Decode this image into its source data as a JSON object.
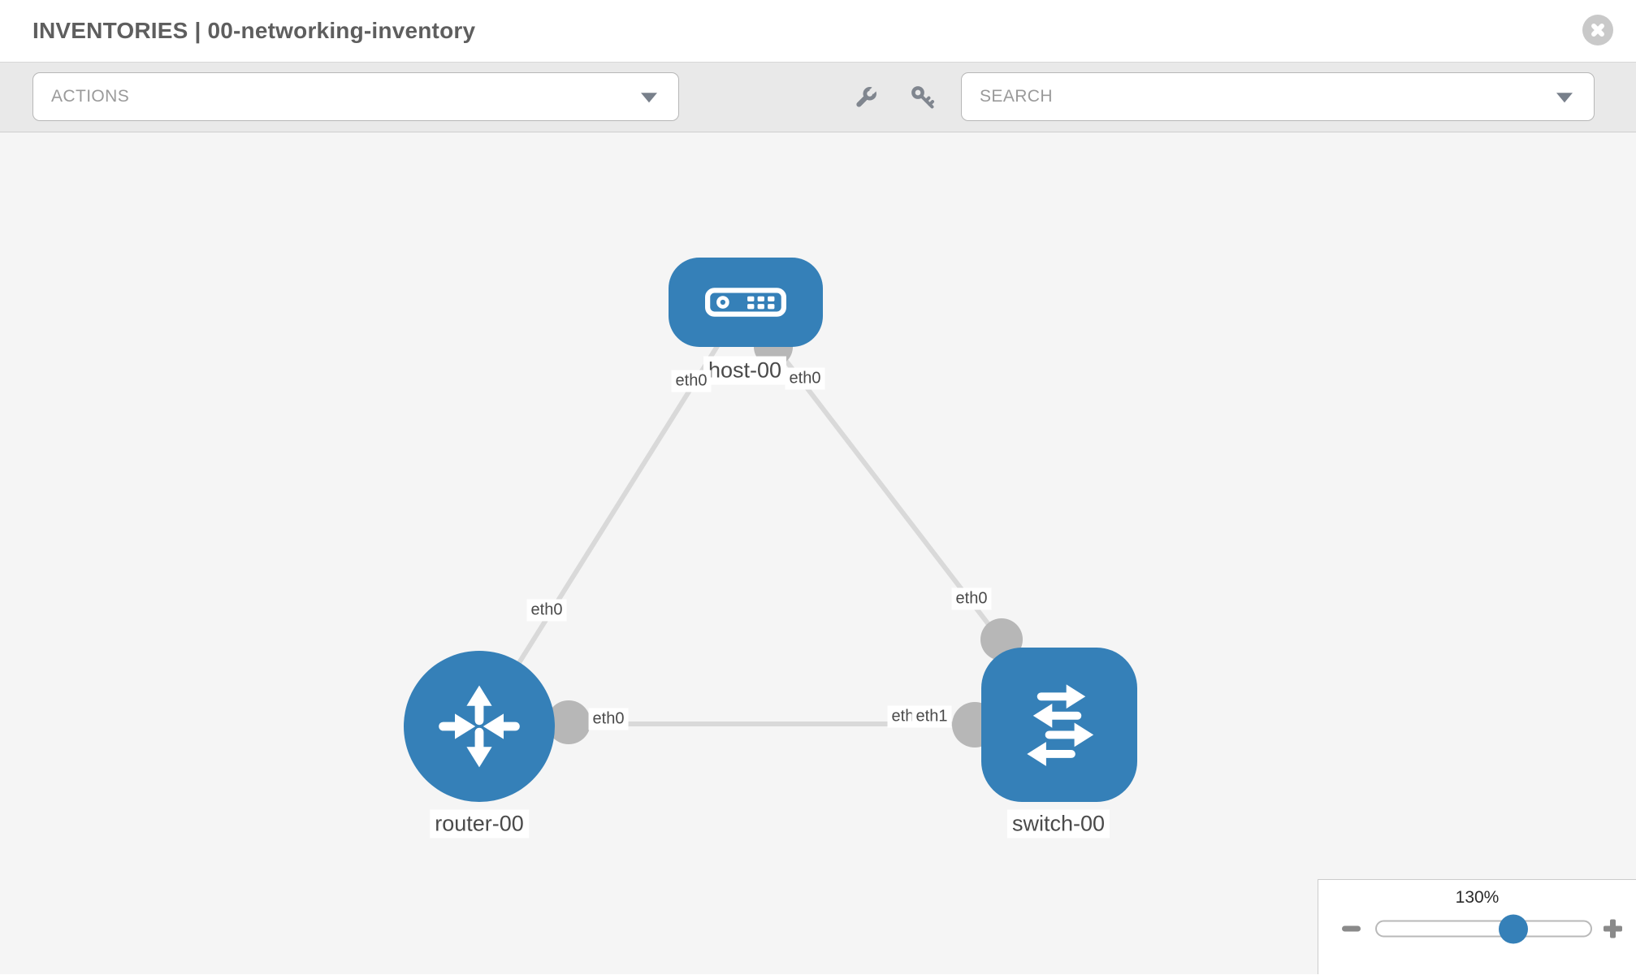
{
  "header": {
    "title": "INVENTORIES | 00-networking-inventory"
  },
  "toolbar": {
    "actions_label": "ACTIONS",
    "search_label": "SEARCH"
  },
  "canvas": {
    "nodes": [
      {
        "id": "host-00",
        "type": "host",
        "label": "host-00"
      },
      {
        "id": "router-00",
        "type": "router",
        "label": "router-00"
      },
      {
        "id": "switch-00",
        "type": "switch",
        "label": "switch-00"
      }
    ],
    "links": [
      {
        "from": "router-00",
        "from_interface": "eth0",
        "to": "host-00",
        "to_interface": "eth0"
      },
      {
        "from": "host-00",
        "from_interface": "eth0",
        "to": "switch-00",
        "to_interface": "eth0"
      },
      {
        "from": "router-00",
        "from_interface": "eth0",
        "to": "switch-00",
        "to_interface": "eth1"
      }
    ],
    "port_labels": {
      "host_left": "eth0",
      "host_right": "eth0",
      "link_router_host": "eth0",
      "link_host_switch": "eth0",
      "link_router_switch_left": "eth0",
      "link_router_switch_right_under": "eth0",
      "link_router_switch_right": "eth1"
    }
  },
  "zoom_control": {
    "level": "130%"
  },
  "colors": {
    "node_blue": "#3580b8",
    "link_gray": "#d9d9d9",
    "port_gray": "#b7b7b7",
    "canvas_bg": "#f5f5f5",
    "toolbar_bg": "#e9e9e9"
  }
}
